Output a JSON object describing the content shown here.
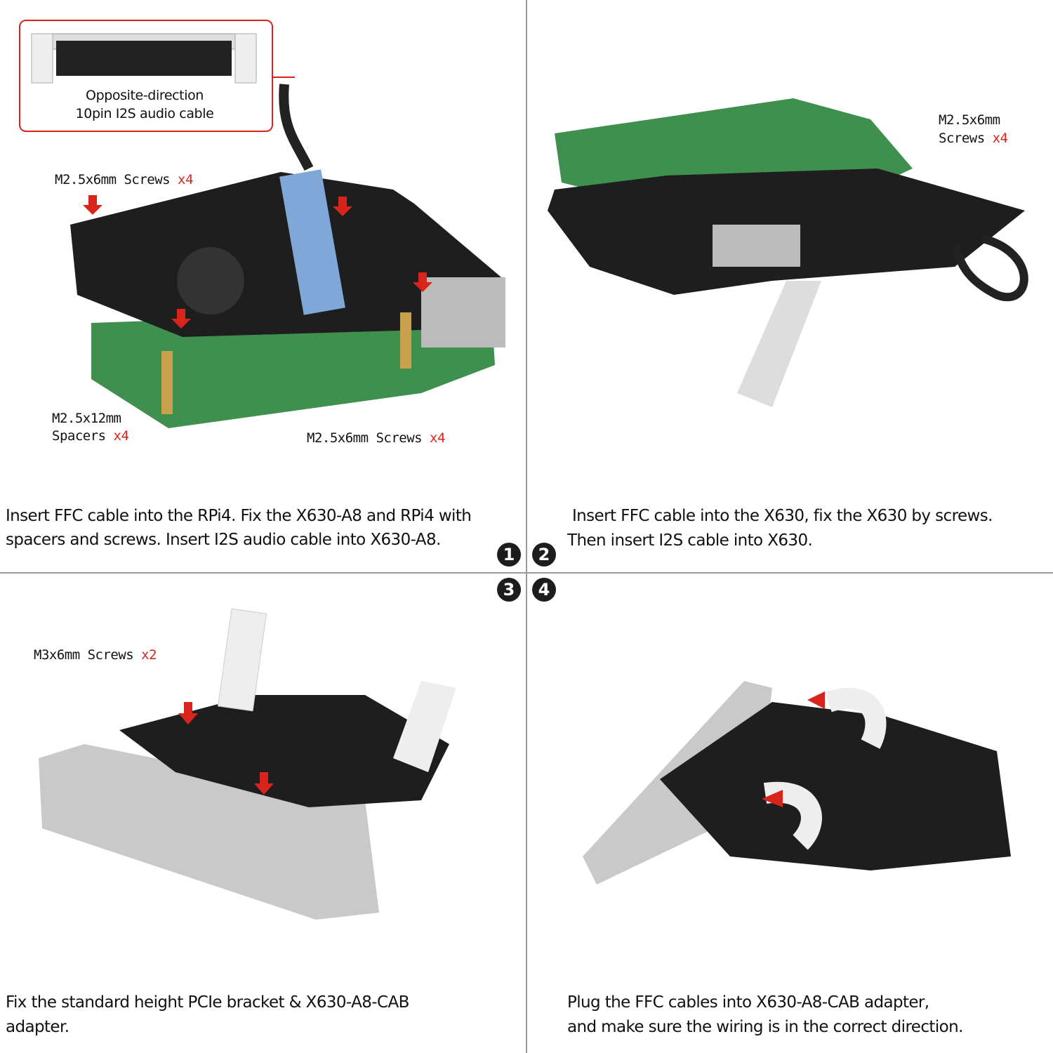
{
  "steps": [
    "1",
    "2",
    "3",
    "4"
  ],
  "panel1": {
    "callout": {
      "line1": "Opposite-direction",
      "line2": "10pin I2S audio cable"
    },
    "label_top": {
      "text": "M2.5x6mm Screws",
      "qty": "x4"
    },
    "label_spacers": {
      "line1": "M2.5x12mm",
      "text": "Spacers",
      "qty": "x4"
    },
    "label_bottom": {
      "text": "M2.5x6mm Screws",
      "qty": "x4"
    },
    "caption": [
      "Insert FFC cable into the RPi4. Fix the X630-A8 and RPi4 with",
      "spacers and screws. Insert I2S audio cable into X630-A8."
    ]
  },
  "panel2": {
    "label": {
      "line1": "M2.5x6mm",
      "text": "Screws",
      "qty": "x4"
    },
    "caption": [
      "Insert FFC cable into the X630, fix the X630 by screws.",
      "Then insert I2S cable into X630."
    ]
  },
  "panel3": {
    "label": {
      "text": "M3x6mm Screws",
      "qty": "x2"
    },
    "caption": [
      "Fix the standard height PCIe bracket & X630-A8-CAB",
      "adapter."
    ]
  },
  "panel4": {
    "caption": [
      "Plug the FFC cables into X630-A8-CAB adapter,",
      "and make sure the wiring is in the correct direction."
    ]
  },
  "colors": {
    "accent": "#d9241c",
    "board": "#1e1e1e",
    "pcb_green": "#3f8f4f",
    "divider": "#9a9a9a"
  }
}
